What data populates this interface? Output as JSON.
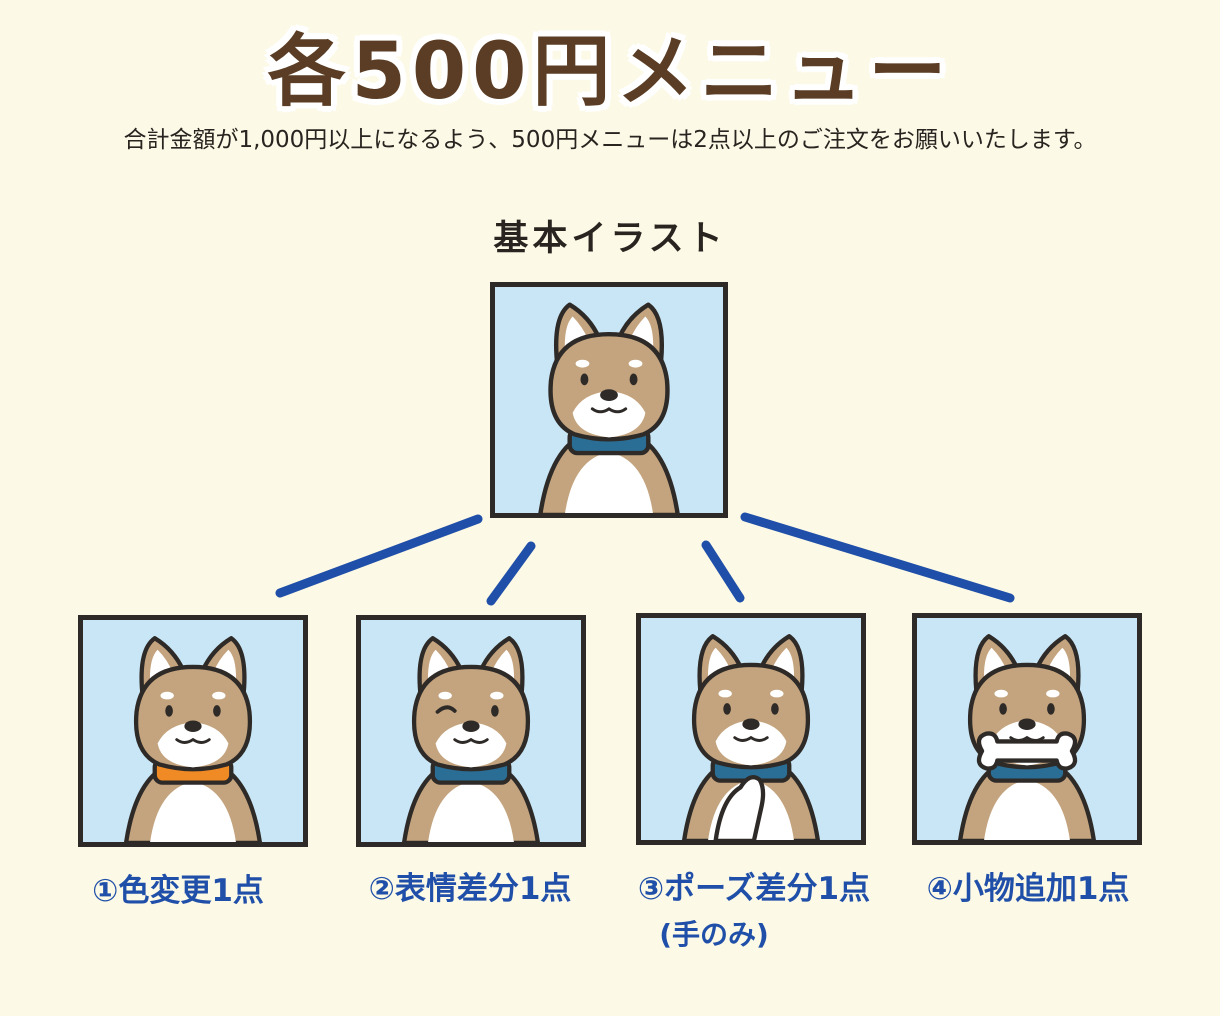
{
  "title": "各500円メニュー",
  "subtitle": "合計金額が1,000円以上になるよう、500円メニューは2点以上のご注文をお願いいたします。",
  "base": {
    "label": "基本イラスト",
    "collar_color": "#2a6e95"
  },
  "options": [
    {
      "label": "①色変更1点",
      "sub": "",
      "collar_color": "#f08a24"
    },
    {
      "label": "②表情差分1点",
      "sub": "",
      "collar_color": "#2a6e95"
    },
    {
      "label": "③ポーズ差分1点",
      "sub": "(手のみ)",
      "collar_color": "#2a6e95"
    },
    {
      "label": "④小物追加1点",
      "sub": "",
      "collar_color": "#2a6e95"
    }
  ],
  "colors": {
    "title": "#5a3d24",
    "label": "#1f4fa8",
    "connector": "#1f4fa8",
    "fur": "#c4a47e",
    "frame_bg": "#c8e6f5"
  }
}
